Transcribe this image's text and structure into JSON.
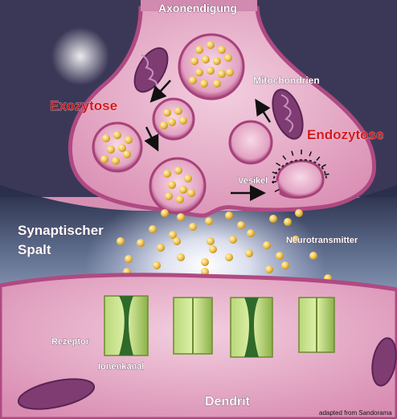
{
  "labels": {
    "top": "Axonendigung",
    "exocytosis": "Exozytose",
    "mitochondria": "Mitochondrien",
    "endocytosis": "Endozytose",
    "vesicle": "Vesikel",
    "cleft_line1": "Synaptischer",
    "cleft_line2": "Spalt",
    "neurotransmitter": "Neurotransmitter",
    "receptor": "Rezeptor",
    "ion_channel": "Ionenkanal",
    "dendrite": "Dendrit",
    "credit": "adapted from Sandorama"
  },
  "colors": {
    "terminal": "#e7b4cc",
    "membrane": "#b04a82",
    "cleft_top": "#2e3555",
    "cleft_mid": "#6a7a9a",
    "glow": "#ffffff",
    "neurotransmitter": "#f0c24a",
    "channel": "#9ac25a",
    "channel_dark": "#2f6a2a",
    "label_red": "#d0181c",
    "label_white": "#ffffff"
  },
  "icons": {
    "mitochondrion": "mitochondrion-icon",
    "vesicle": "vesicle-icon",
    "arrow": "arrow-icon",
    "channel": "ion-channel-icon"
  }
}
